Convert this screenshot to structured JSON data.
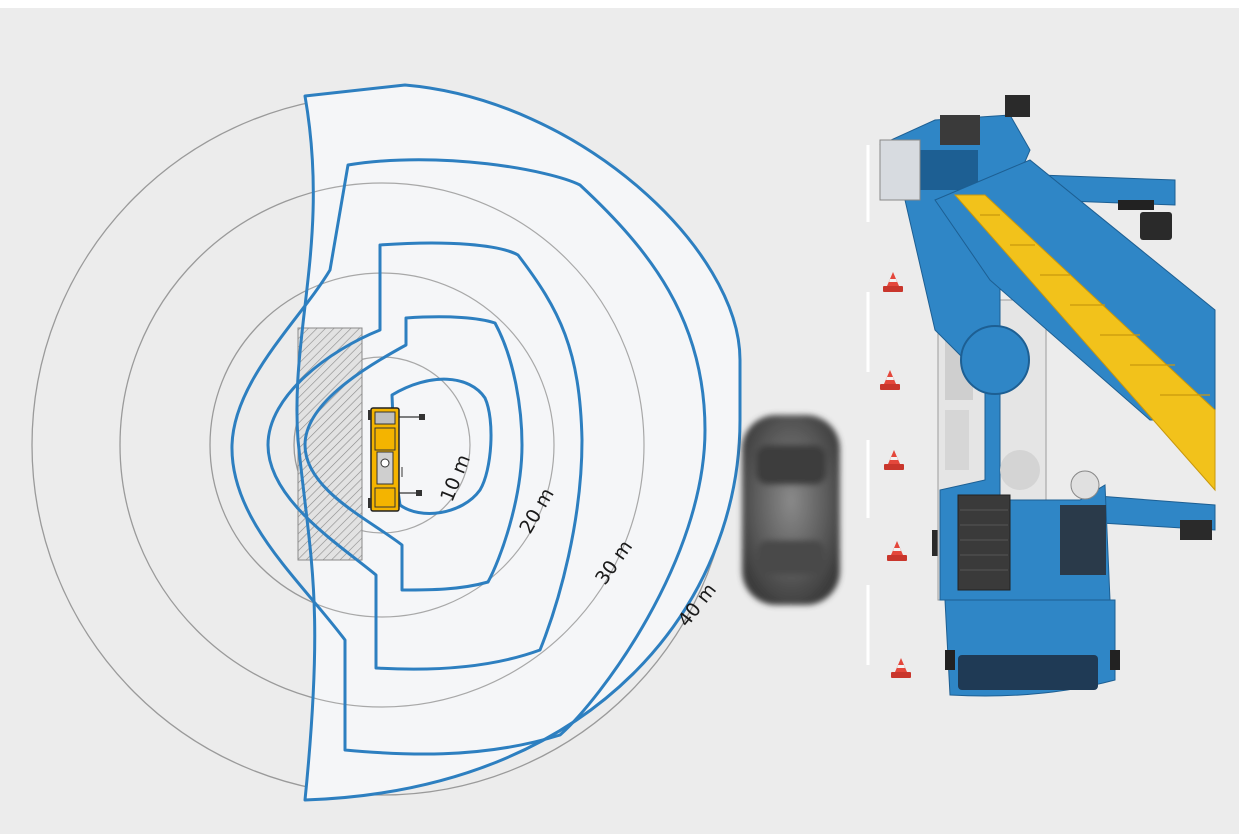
{
  "diagram": {
    "ring_labels": [
      "10 m",
      "20 m",
      "30 m",
      "40 m"
    ]
  },
  "colors": {
    "background": "#ececec",
    "contour": "#2d7fc0",
    "ring_stroke": "#9a9a9a",
    "crane_blue": "#2f86c6",
    "boom_yellow": "#f2c21b",
    "carrier_yellow": "#f4b400",
    "cone_red": "#e4473b"
  },
  "icons": [
    "crane-carrier-icon",
    "car-icon",
    "traffic-cone-icon",
    "mobile-crane-topview"
  ]
}
